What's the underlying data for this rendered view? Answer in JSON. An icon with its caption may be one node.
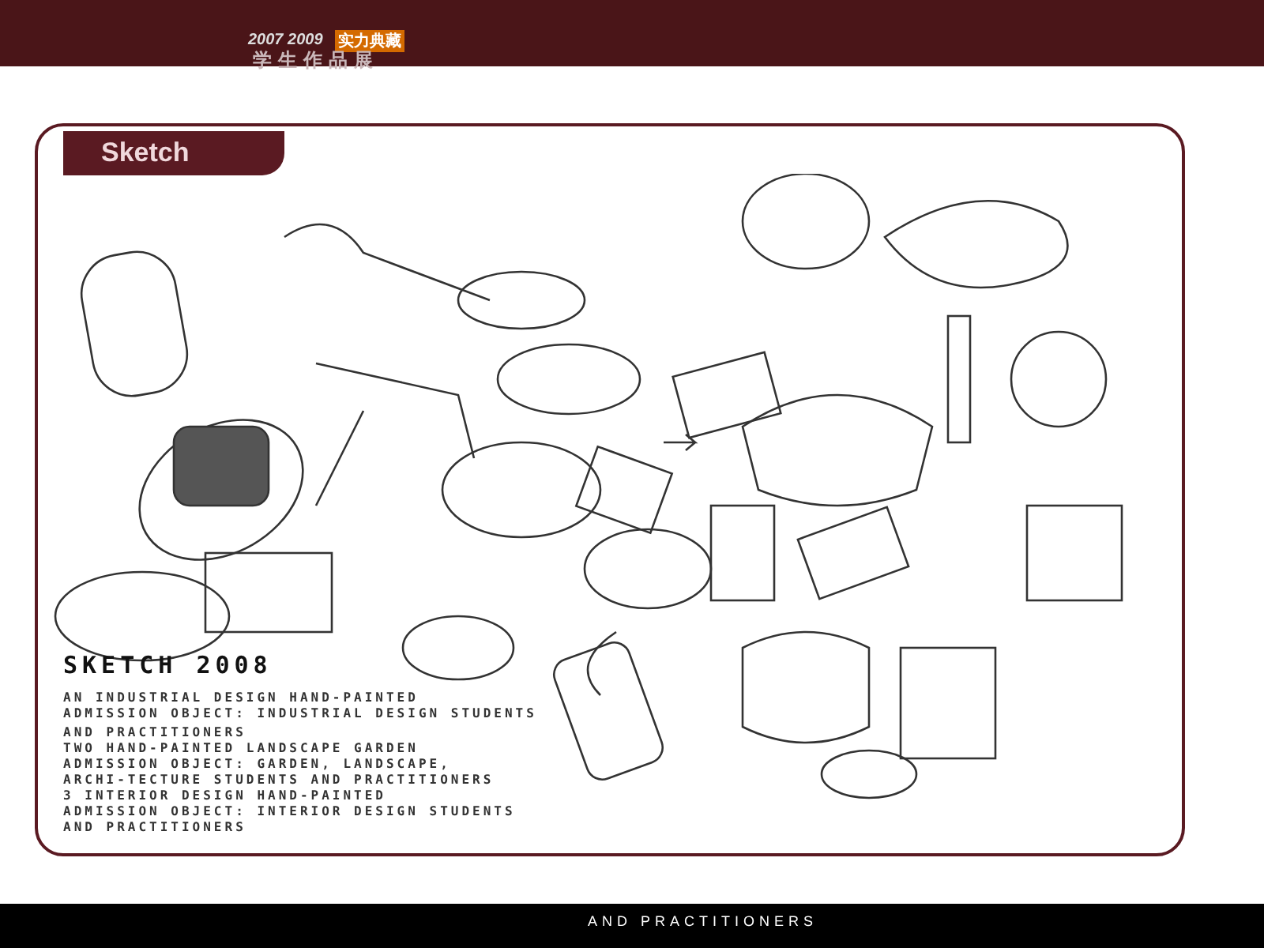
{
  "diagram": {
    "labels": [
      "2007 2009",
      "实力典藏",
      "学生作品展",
      "Sketch",
      "SKETCH 2008",
      "AN INDUSTRIAL DESIGN HAND-PAINTED",
      "ADMISSION OBJECT: INDUSTRIAL DESIGN STUDENTS",
      "AND PRACTITIONERS",
      "TWO HAND-PAINTED LANDSCAPE GARDEN",
      "ADMISSION OBJECT: GARDEN, LANDSCAPE, ARCHI-TECTURE STUDENTS AND PRACTITIONERS",
      "3 INTERIOR DESIGN HAND-PAINTED",
      "ADMISSION OBJECT: INTERIOR DESIGN STUDENTS AND PRACTITIONERS",
      "AND PRACTITIONERS"
    ]
  }
}
